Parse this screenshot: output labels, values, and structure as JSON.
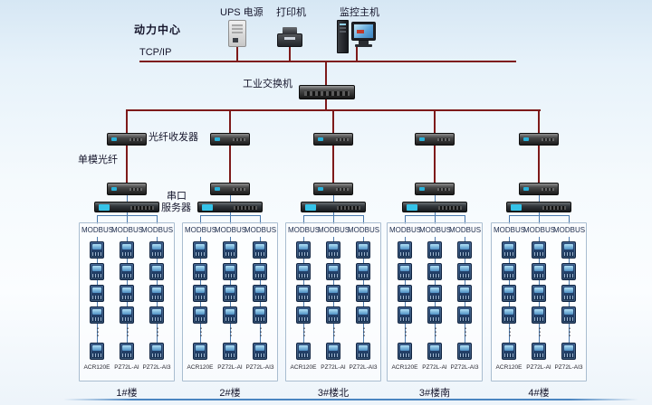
{
  "top": {
    "power_center": "动力中心",
    "ups_label": "UPS 电源",
    "printer_label": "打印机",
    "host_label": "监控主机",
    "tcpip_label": "TCP/IP",
    "switch_label": "工业交换机"
  },
  "side": {
    "fiber_transceiver": "光纤收发器",
    "single_mode_fiber": "单模光纤",
    "serial_server_line1": "串口",
    "serial_server_line2": "服务器"
  },
  "dots": "⋮",
  "groups": [
    {
      "building": "1#楼",
      "columns": [
        {
          "bus": "MODBUS",
          "model": "ACR120E"
        },
        {
          "bus": "MODBUS",
          "model": "PZ72L-AI"
        },
        {
          "bus": "MODBUS",
          "model": "PZ72L-AI3"
        }
      ]
    },
    {
      "building": "2#楼",
      "columns": [
        {
          "bus": "MODBUS",
          "model": "ACR120E"
        },
        {
          "bus": "MODBUS",
          "model": "PZ72L-AI"
        },
        {
          "bus": "MODBUS",
          "model": "PZ72L-AI3"
        }
      ]
    },
    {
      "building": "3#楼北",
      "columns": [
        {
          "bus": "MODBUS",
          "model": "ACR120E"
        },
        {
          "bus": "MODBUS",
          "model": "PZ72L-AI"
        },
        {
          "bus": "MODBUS",
          "model": "PZ72L-AI3"
        }
      ]
    },
    {
      "building": "3#楼南",
      "columns": [
        {
          "bus": "MODBUS",
          "model": "ACR120E"
        },
        {
          "bus": "MODBUS",
          "model": "PZ72L-AI"
        },
        {
          "bus": "MODBUS",
          "model": "PZ72L-AI3"
        }
      ]
    },
    {
      "building": "4#楼",
      "columns": [
        {
          "bus": "MODBUS",
          "model": "ACR120E"
        },
        {
          "bus": "MODBUS",
          "model": "PZ72L-AI"
        },
        {
          "bus": "MODBUS",
          "model": "PZ72L-AI3"
        }
      ]
    }
  ],
  "colors": {
    "backbone_line": "#7e1a1a",
    "field_line": "#4a79ad",
    "box_border": "#a9bdd0"
  }
}
